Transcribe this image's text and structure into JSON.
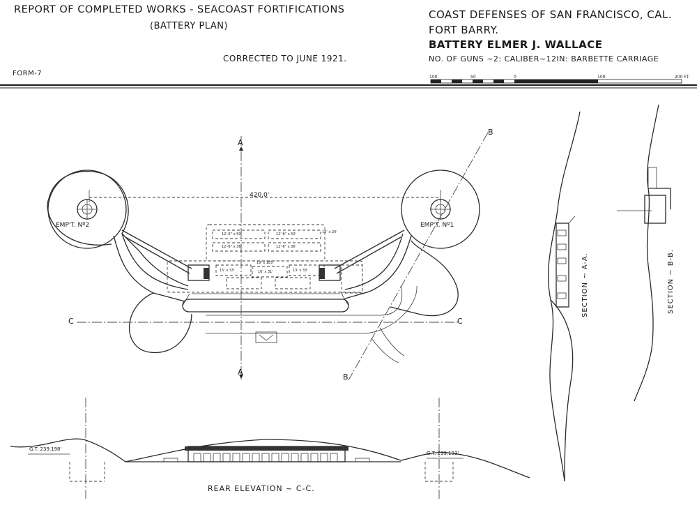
{
  "header_left": {
    "title": "REPORT OF COMPLETED WORKS - SEACOAST FORTIFICATIONS",
    "subtitle": "(BATTERY PLAN)",
    "corrected": "CORRECTED TO JUNE 1921.",
    "form": "FORM-7"
  },
  "header_right": {
    "line1": "COAST DEFENSES OF SAN FRANCISCO, CAL.",
    "line2": "FORT BARRY.",
    "line3": "BATTERY ELMER J. WALLACE",
    "line4": "NO. OF GUNS ~2: CALIBER~12IN: BARBETTE CARRIAGE"
  },
  "scale": {
    "labels": [
      "100",
      "50",
      "0",
      "100",
      "200 FT."
    ]
  },
  "plan": {
    "emplacement_left": "EMP'T. Nº2",
    "emplacement_right": "EMP'T. Nº1",
    "dimension": "420.0'",
    "section_a": "A",
    "section_b": "B",
    "section_c": "C",
    "rooms": [
      "12'-6\" x 50'",
      "12'-6\" x 50'",
      "12'-6\" x 36'",
      "12'-6\" x 36'",
      "15' x 20'",
      "19' x 185'",
      "15' x 33'",
      "16' x 31'",
      "13' x 33'"
    ]
  },
  "sections": {
    "aa": "SECTION ~ A-A.",
    "bb": "SECTION ~ B-B."
  },
  "elevation": {
    "title": "REAR ELEVATION ~ C-C.",
    "gt_left": "G.T. 239.198'",
    "gt_right": "G.T. 239.193'"
  }
}
